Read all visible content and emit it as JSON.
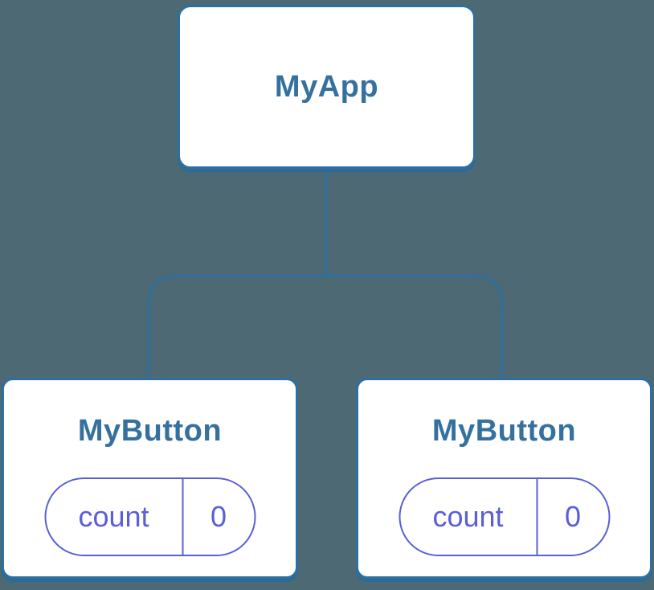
{
  "colors": {
    "background": "#4C6974",
    "line": "#2F6F9F",
    "shadow": "#2A6B99",
    "label": "#35719F",
    "purple": "#5A5FD6"
  },
  "tree": {
    "root": {
      "label": "MyApp"
    },
    "children": [
      {
        "label": "MyButton",
        "state": {
          "key": "count",
          "value": "0"
        }
      },
      {
        "label": "MyButton",
        "state": {
          "key": "count",
          "value": "0"
        }
      }
    ]
  }
}
